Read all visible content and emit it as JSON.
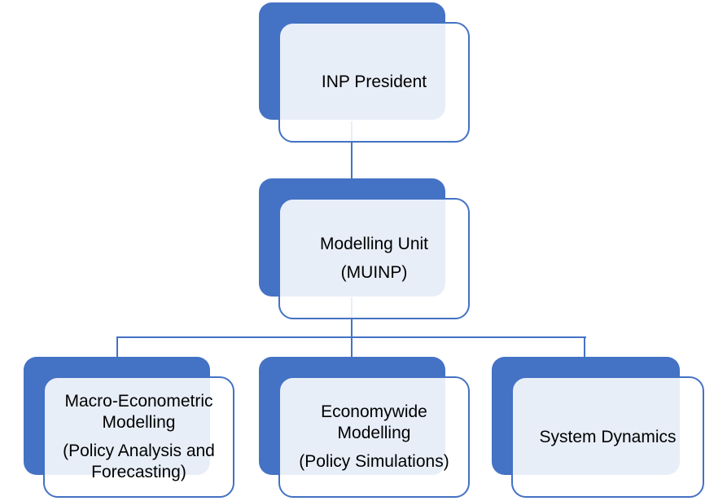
{
  "diagram": {
    "type": "org-chart",
    "background": "#ffffff",
    "colors": {
      "shadow_blue": "#4472c4",
      "box_border": "#4472c4",
      "box_fill_overlap_tint": "#e9edf8",
      "connector": "#4472c4",
      "text": "#000000"
    },
    "nodes": [
      {
        "id": "inp-president",
        "title": "INP President",
        "subtitle": ""
      },
      {
        "id": "modelling-unit",
        "title": "Modelling Unit",
        "subtitle": "(MUINP)"
      },
      {
        "id": "macro-econometric",
        "title": "Macro-Econometric Modelling",
        "subtitle": "(Policy Analysis and Forecasting)"
      },
      {
        "id": "economywide",
        "title": "Economywide Modelling",
        "subtitle": "(Policy Simulations)"
      },
      {
        "id": "system-dynamics",
        "title": "System Dynamics",
        "subtitle": ""
      }
    ],
    "edges": [
      {
        "from": "inp-president",
        "to": "modelling-unit"
      },
      {
        "from": "modelling-unit",
        "to": "macro-econometric"
      },
      {
        "from": "modelling-unit",
        "to": "economywide"
      },
      {
        "from": "modelling-unit",
        "to": "system-dynamics"
      }
    ]
  }
}
